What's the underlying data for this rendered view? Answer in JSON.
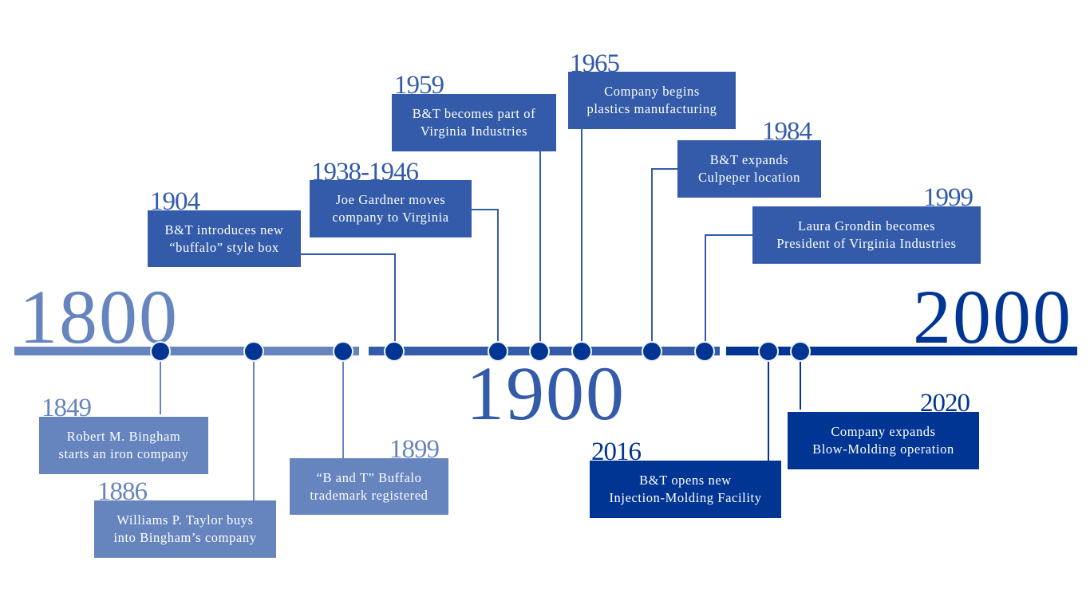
{
  "colors": {
    "light": "#6685BF",
    "mid": "#335BA9",
    "dark": "#003594"
  },
  "eras": [
    "1800",
    "1900",
    "2000"
  ],
  "events": [
    {
      "year": "1849",
      "line1": "Robert M. Bingham",
      "line2": "starts an iron company"
    },
    {
      "year": "1886",
      "line1": "Williams P. Taylor buys",
      "line2": "into Bingham’s company"
    },
    {
      "year": "1899",
      "line1": "“B and T” Buffalo",
      "line2": "trademark registered"
    },
    {
      "year": "1904",
      "line1": "B&T introduces new",
      "line2": "“buffalo” style box"
    },
    {
      "year": "1938-1946",
      "line1": "Joe Gardner moves",
      "line2": "company to Virginia"
    },
    {
      "year": "1959",
      "line1": "B&T becomes part of",
      "line2": "Virginia Industries"
    },
    {
      "year": "1965",
      "line1": "Company begins",
      "line2": "plastics manufacturing"
    },
    {
      "year": "1984",
      "line1": "B&T expands",
      "line2": "Culpeper location"
    },
    {
      "year": "1999",
      "line1": "Laura Grondin becomes",
      "line2": "President of Virginia Industries"
    },
    {
      "year": "2016",
      "line1": "B&T opens new",
      "line2": "Injection-Molding Facility"
    },
    {
      "year": "2020",
      "line1": "Company expands",
      "line2": "Blow-Molding operation"
    }
  ]
}
